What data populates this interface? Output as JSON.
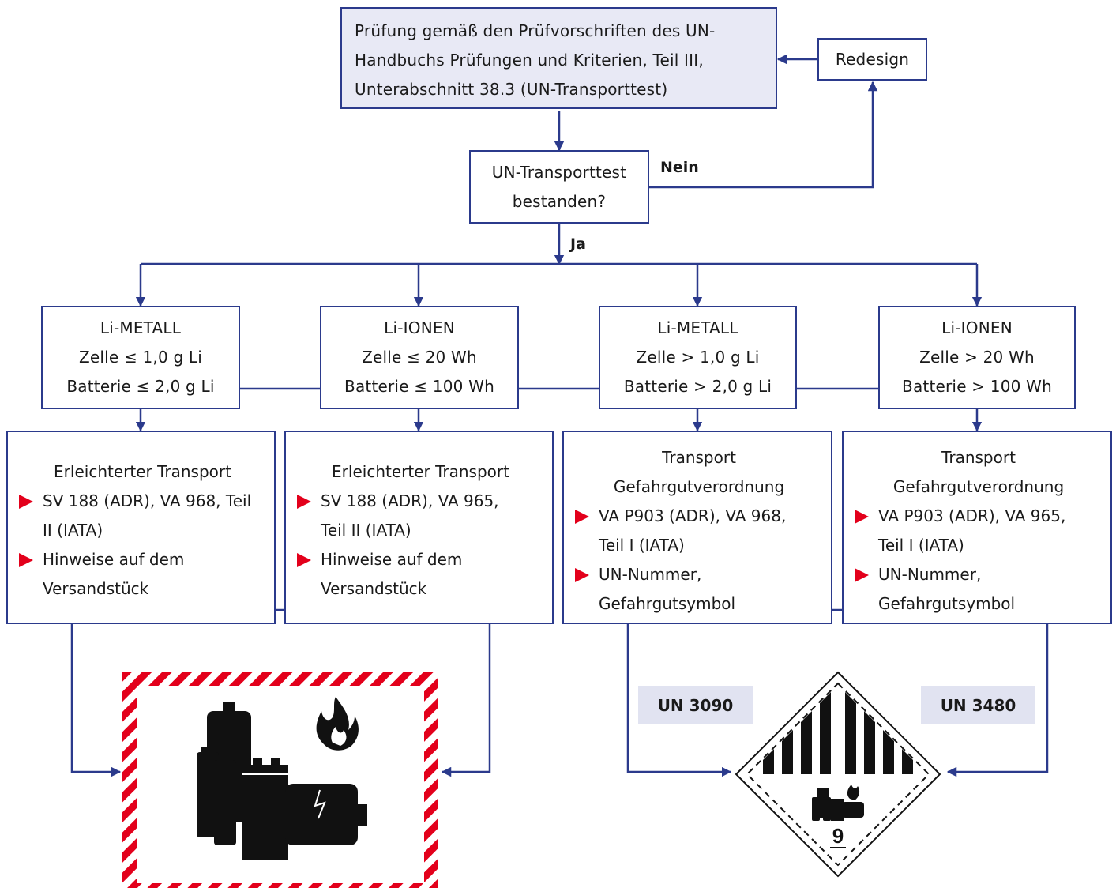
{
  "test_box": {
    "lines": [
      "Prüfung gemäß den Prüfvorschriften des UN-",
      "Handbuchs Prüfungen und Kriterien, Teil III,",
      "Unterabschnitt 38.3 (UN-Transporttest)"
    ]
  },
  "redesign": "Redesign",
  "decision": {
    "lines": [
      "UN-Transporttest",
      "bestanden?"
    ]
  },
  "labels": {
    "no": "Nein",
    "yes": "Ja"
  },
  "categories": [
    {
      "lines": [
        "Li-METALL",
        "Zelle ≤ 1,0 g Li",
        "Batterie ≤ 2,0 g Li"
      ]
    },
    {
      "lines": [
        "Li-IONEN",
        "Zelle ≤ 20 Wh",
        "Batterie ≤ 100 Wh"
      ]
    },
    {
      "lines": [
        "Li-METALL",
        "Zelle > 1,0 g Li",
        "Batterie > 2,0 g Li"
      ]
    },
    {
      "lines": [
        "Li-IONEN",
        "Zelle > 20 Wh",
        "Batterie > 100 Wh"
      ]
    }
  ],
  "transports": [
    {
      "heading": [
        "Erleichterter Transport"
      ],
      "bullets": [
        [
          "SV 188 (ADR), VA 968, Teil",
          "II (IATA)"
        ],
        [
          "Hinweise auf dem",
          "Versandstück"
        ]
      ]
    },
    {
      "heading": [
        "Erleichterter Transport"
      ],
      "bullets": [
        [
          "SV 188 (ADR), VA 965,",
          "Teil II (IATA)"
        ],
        [
          "Hinweise auf dem",
          "Versandstück"
        ]
      ]
    },
    {
      "heading": [
        "Transport",
        "Gefahrgutverordnung"
      ],
      "bullets": [
        [
          "VA P903 (ADR), VA 968,",
          "Teil I (IATA)"
        ],
        [
          "UN-Nummer,",
          "Gefahrgutsymbol"
        ]
      ]
    },
    {
      "heading": [
        "Transport",
        "Gefahrgutverordnung"
      ],
      "bullets": [
        [
          "VA P903 (ADR), VA 965,",
          "Teil I (IATA)"
        ],
        [
          "UN-Nummer,",
          "Gefahrgutsymbol"
        ]
      ]
    }
  ],
  "un_numbers": [
    "UN 3090",
    "UN 3480"
  ],
  "class_label_number": "9",
  "colors": {
    "box_border": "#2b3a8c",
    "box_fill_shaded": "#e8e9f5",
    "bullet": "#e3001b",
    "hatch": "#e3001b",
    "tag_fill": "#e1e3f1"
  }
}
